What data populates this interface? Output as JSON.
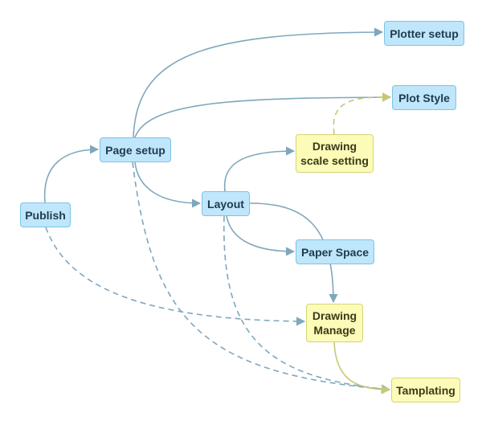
{
  "nodes": {
    "publish": "Publish",
    "page_setup": "Page setup",
    "layout": "Layout",
    "plotter_setup": "Plotter setup",
    "plot_style": "Plot Style",
    "drawing_scale": [
      "Drawing",
      "scale setting"
    ],
    "paper_space": "Paper Space",
    "drawing_manage": [
      "Drawing",
      "Manage"
    ],
    "tamplating": "Tamplating"
  },
  "colors": {
    "edge_blue": "#7fa7bd",
    "edge_yellow": "#c6c873",
    "node_blue_fill": "#bfe6fb",
    "node_yellow_fill": "#fcfbb8"
  },
  "edges": [
    {
      "from": "Publish",
      "to": "Page setup",
      "style": "solid"
    },
    {
      "from": "Publish",
      "to": "Drawing Manage",
      "style": "dashed"
    },
    {
      "from": "Page setup",
      "to": "Plotter setup",
      "style": "solid"
    },
    {
      "from": "Page setup",
      "to": "Plot Style",
      "style": "solid"
    },
    {
      "from": "Page setup",
      "to": "Layout",
      "style": "solid"
    },
    {
      "from": "Page setup",
      "to": "Tamplating",
      "style": "dashed"
    },
    {
      "from": "Layout",
      "to": "Drawing scale setting",
      "style": "solid"
    },
    {
      "from": "Layout",
      "to": "Paper Space",
      "style": "solid"
    },
    {
      "from": "Layout",
      "to": "Drawing Manage",
      "style": "solid"
    },
    {
      "from": "Layout",
      "to": "Tamplating",
      "style": "dashed"
    },
    {
      "from": "Drawing scale setting",
      "to": "Plot Style",
      "style": "dashed"
    },
    {
      "from": "Drawing Manage",
      "to": "Tamplating",
      "style": "solid"
    }
  ]
}
